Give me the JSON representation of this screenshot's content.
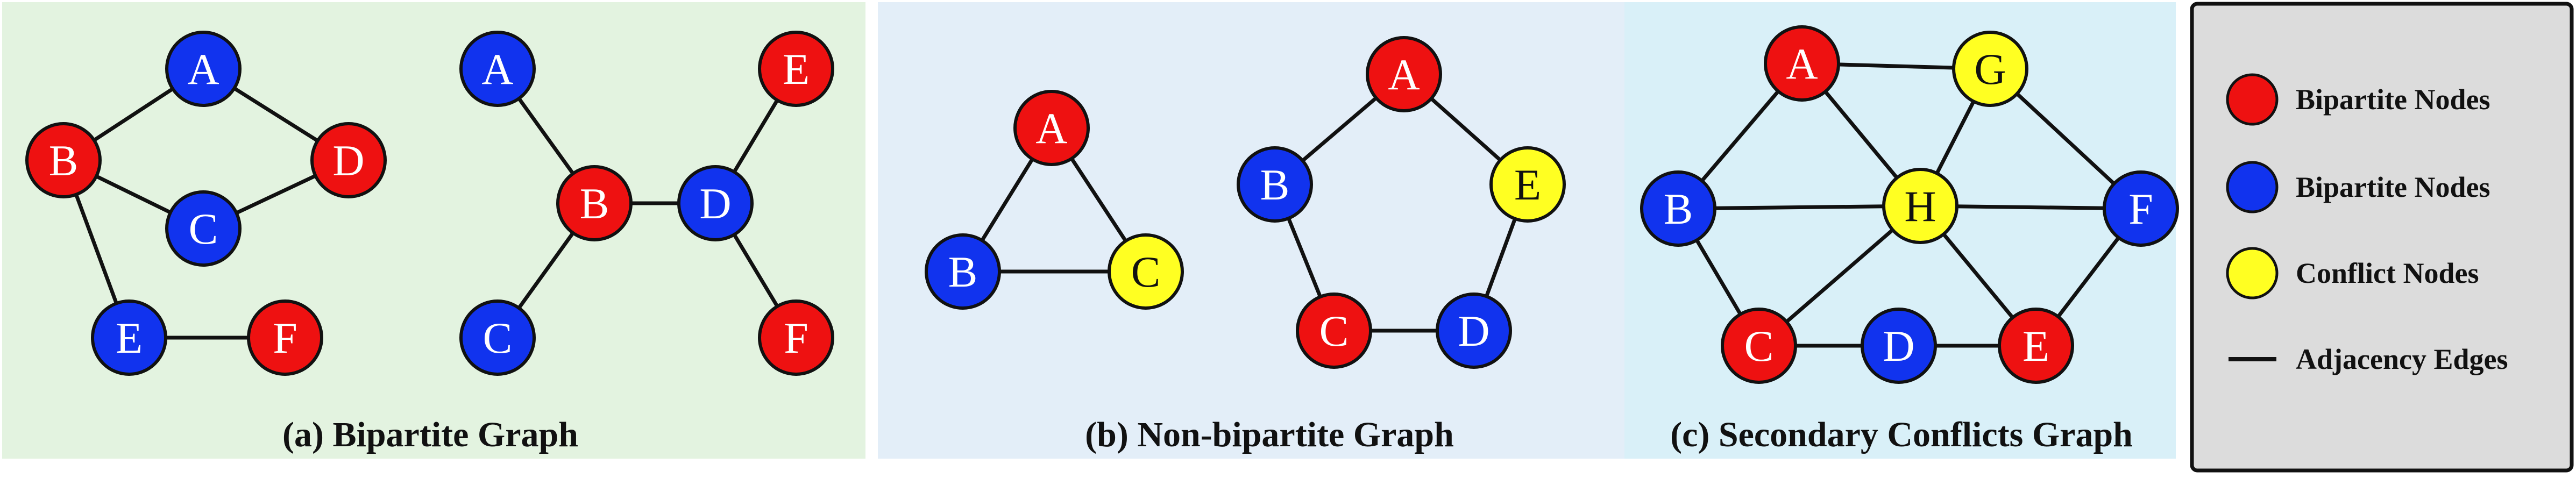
{
  "colors": {
    "red": "#ee1111",
    "blue": "#1133ee",
    "yellow": "#ffff22",
    "edge": "#111111",
    "panel_a_bg": "#e3f3e0",
    "panel_b_bg": "#e3eef8",
    "panel_c_bg": "#d9f0f8",
    "legend_bg": "#dcdcdc"
  },
  "panels": [
    {
      "caption": "(a) Bipartite Graph",
      "nodes": [
        {
          "label": "A",
          "color": "blue"
        },
        {
          "label": "B",
          "color": "red"
        },
        {
          "label": "D",
          "color": "red"
        },
        {
          "label": "C",
          "color": "blue"
        },
        {
          "label": "E",
          "color": "blue"
        },
        {
          "label": "F",
          "color": "red"
        },
        {
          "label": "A",
          "color": "blue"
        },
        {
          "label": "E",
          "color": "red"
        },
        {
          "label": "B",
          "color": "red"
        },
        {
          "label": "D",
          "color": "blue"
        },
        {
          "label": "C",
          "color": "blue"
        },
        {
          "label": "F",
          "color": "red"
        }
      ]
    },
    {
      "caption": "(b) Non-bipartite Graph",
      "nodes": [
        {
          "label": "A",
          "color": "red"
        },
        {
          "label": "B",
          "color": "blue"
        },
        {
          "label": "C",
          "color": "yellow"
        },
        {
          "label": "A",
          "color": "red"
        },
        {
          "label": "B",
          "color": "blue"
        },
        {
          "label": "E",
          "color": "yellow"
        },
        {
          "label": "C",
          "color": "red"
        },
        {
          "label": "D",
          "color": "blue"
        }
      ]
    },
    {
      "caption": "(c) Secondary Conflicts Graph",
      "nodes": [
        {
          "label": "A",
          "color": "red"
        },
        {
          "label": "G",
          "color": "yellow"
        },
        {
          "label": "B",
          "color": "blue"
        },
        {
          "label": "H",
          "color": "yellow"
        },
        {
          "label": "F",
          "color": "blue"
        },
        {
          "label": "C",
          "color": "red"
        },
        {
          "label": "D",
          "color": "blue"
        },
        {
          "label": "E",
          "color": "red"
        }
      ]
    }
  ],
  "legend": [
    {
      "type": "node",
      "color": "red",
      "label": "Bipartite Nodes"
    },
    {
      "type": "node",
      "color": "blue",
      "label": "Bipartite Nodes"
    },
    {
      "type": "node",
      "color": "yellow",
      "label": "Conflict Nodes"
    },
    {
      "type": "edge",
      "color": "edge",
      "label": "Adjacency Edges"
    }
  ]
}
